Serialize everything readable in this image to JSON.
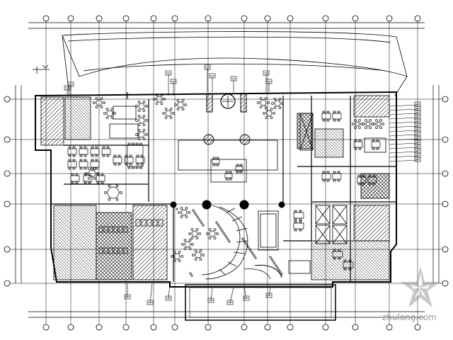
{
  "diagram": {
    "kind": "architectural-floor-plan",
    "line_color": "#000000",
    "background": "#ffffff"
  },
  "watermark": {
    "text": "zhulong.com",
    "logo": "star-logo",
    "color": "#9a9a9a"
  }
}
